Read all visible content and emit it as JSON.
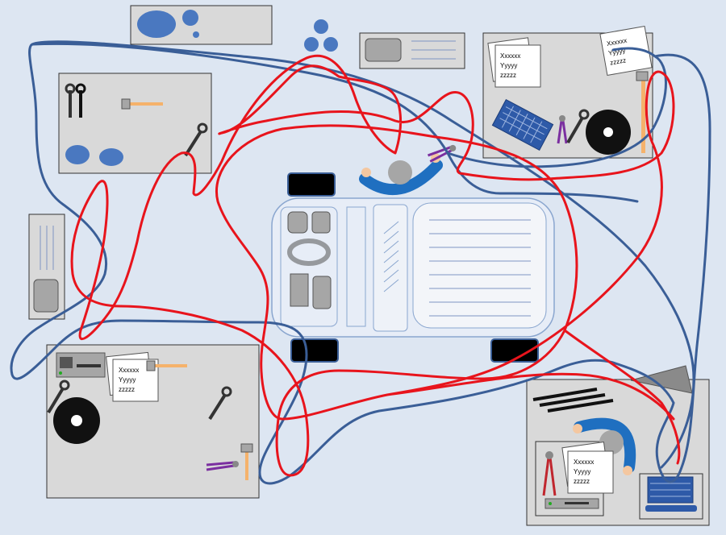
{
  "colors": {
    "background": "#dde6f2",
    "station_fill": "#d9d9d9",
    "station_stroke": "#333333",
    "accent_blue": "#4a78c0",
    "worker_blue": "#1f6fc0",
    "path_red": "#e8141c",
    "path_blue": "#3a5e97",
    "machine_fill": "#e7edf7",
    "machine_stroke": "#8aa6cf",
    "handle_orange": "#f5b26b"
  },
  "notes": {
    "top_right_a": [
      "Xxxxxx",
      "Yyyyy",
      "zzzzz"
    ],
    "top_right_b": [
      "Xxxxxx",
      "Yyyyy",
      "zzzzz"
    ],
    "bottom_left": [
      "Xxxxxx",
      "Yyyyy",
      "zzzzz"
    ],
    "bottom_right": [
      "Xxxxxx",
      "Yyyyy",
      "zzzzz"
    ]
  },
  "icons": [
    "wrench-icon",
    "hammer-icon",
    "pliers-icon",
    "disc-icon",
    "keyboard-icon",
    "laptop-icon",
    "server-icon",
    "worker-icon",
    "paper-note-icon",
    "cone-light-icon"
  ]
}
